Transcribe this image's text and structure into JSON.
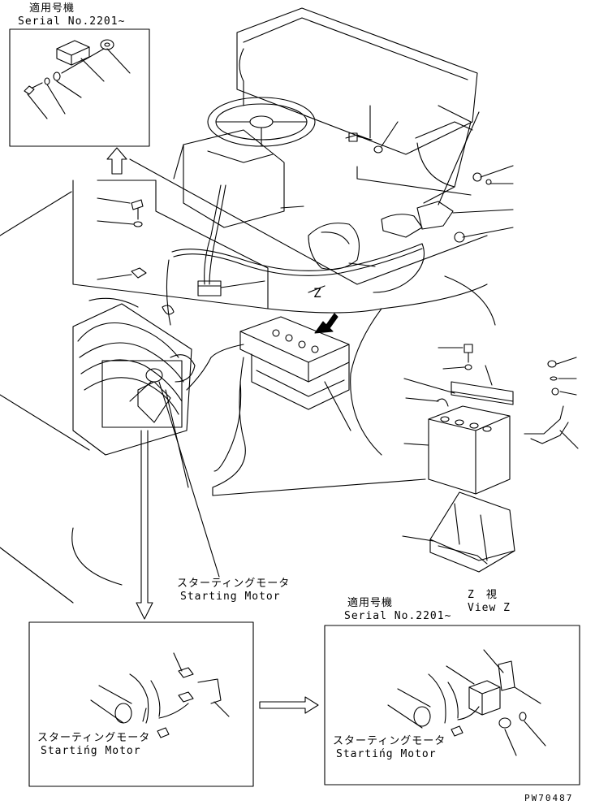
{
  "inset_top_left": {
    "applicable_label_jp": "適用号機",
    "serial_label": "Serial No.2201~"
  },
  "main_view": {
    "view_letter": "Z",
    "starting_motor_jp": "スターティングモータ",
    "starting_motor_en": "Starting Motor"
  },
  "view_z": {
    "caption_jp": "Z　視",
    "caption_en": "View Z"
  },
  "inset_bottom_left": {
    "starting_motor_jp": "スターティングモータ",
    "starting_motor_en": "Startińg Motor"
  },
  "inset_bottom_right": {
    "applicable_label_jp": "適用号機",
    "serial_label": "Serial No.2201~",
    "starting_motor_jp": "スターティングモータ",
    "starting_motor_en": "Startińg Motor"
  },
  "drawing_code": "PW70487"
}
